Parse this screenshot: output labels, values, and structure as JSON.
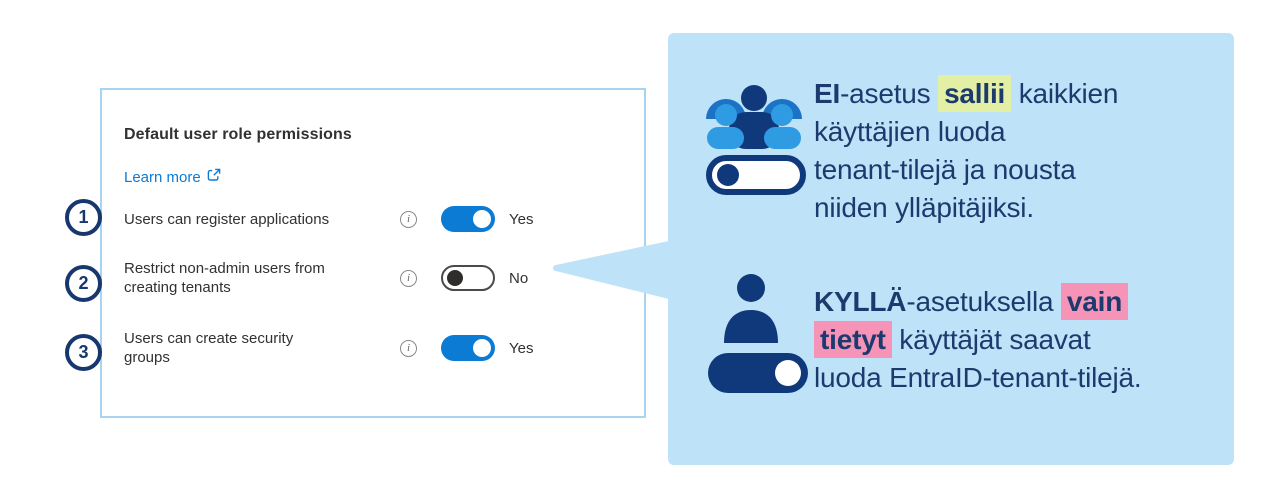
{
  "panel": {
    "title": "Default user role permissions",
    "learn_more_label": "Learn more",
    "rows": [
      {
        "number": "1",
        "label": "Users can register applications",
        "label_lines": [
          "Users can register applications"
        ],
        "state": "Yes",
        "toggle": "on"
      },
      {
        "number": "2",
        "label": "Restrict non-admin users from creating tenants",
        "label_lines": [
          "Restrict non-admin users from",
          "creating tenants"
        ],
        "state": "No",
        "toggle": "off"
      },
      {
        "number": "3",
        "label": "Users can create security groups",
        "label_lines": [
          "Users can create security",
          "groups"
        ],
        "state": "Yes",
        "toggle": "on"
      }
    ],
    "info_icon_glyph": "i"
  },
  "callout": {
    "s1": {
      "b1": "EI",
      "t1": "-asetus ",
      "h1": "sallii",
      "t2": " kaikkien",
      "l2": "käyttäjien luoda",
      "l3": "tenant-tilejä ja nousta",
      "l4": "niiden ylläpitäjiksi.",
      "toggle": "off"
    },
    "s2": {
      "b1": "KYLLÄ",
      "t1": "-asetuksella ",
      "h1": "vain",
      "l2h": "tietyt",
      "l2t": " käyttäjät saavat",
      "l3": "luoda EntraID-tenant-tilejä.",
      "toggle": "on"
    }
  },
  "icons": {
    "external_link": "external-link-icon",
    "info": "info-icon",
    "people_group": "people-group-icon",
    "single_person": "person-icon",
    "toggle_off": "toggle-off-icon",
    "toggle_on": "toggle-on-icon"
  },
  "colors": {
    "azure_accent": "#0b7bd4",
    "navy_icon": "#10397c",
    "navy_text": "#1d3a6e",
    "bubble_background": "#bee2f7",
    "panel_border": "#a7d4f1",
    "highlight_green": "#e3efa4",
    "highlight_pink": "#f694b8",
    "label_gray": "#323130",
    "person_light_blue": "#2e9be3",
    "person_mid_blue": "#1c72c4",
    "toggle_off_knob": "#2e2d2c"
  }
}
